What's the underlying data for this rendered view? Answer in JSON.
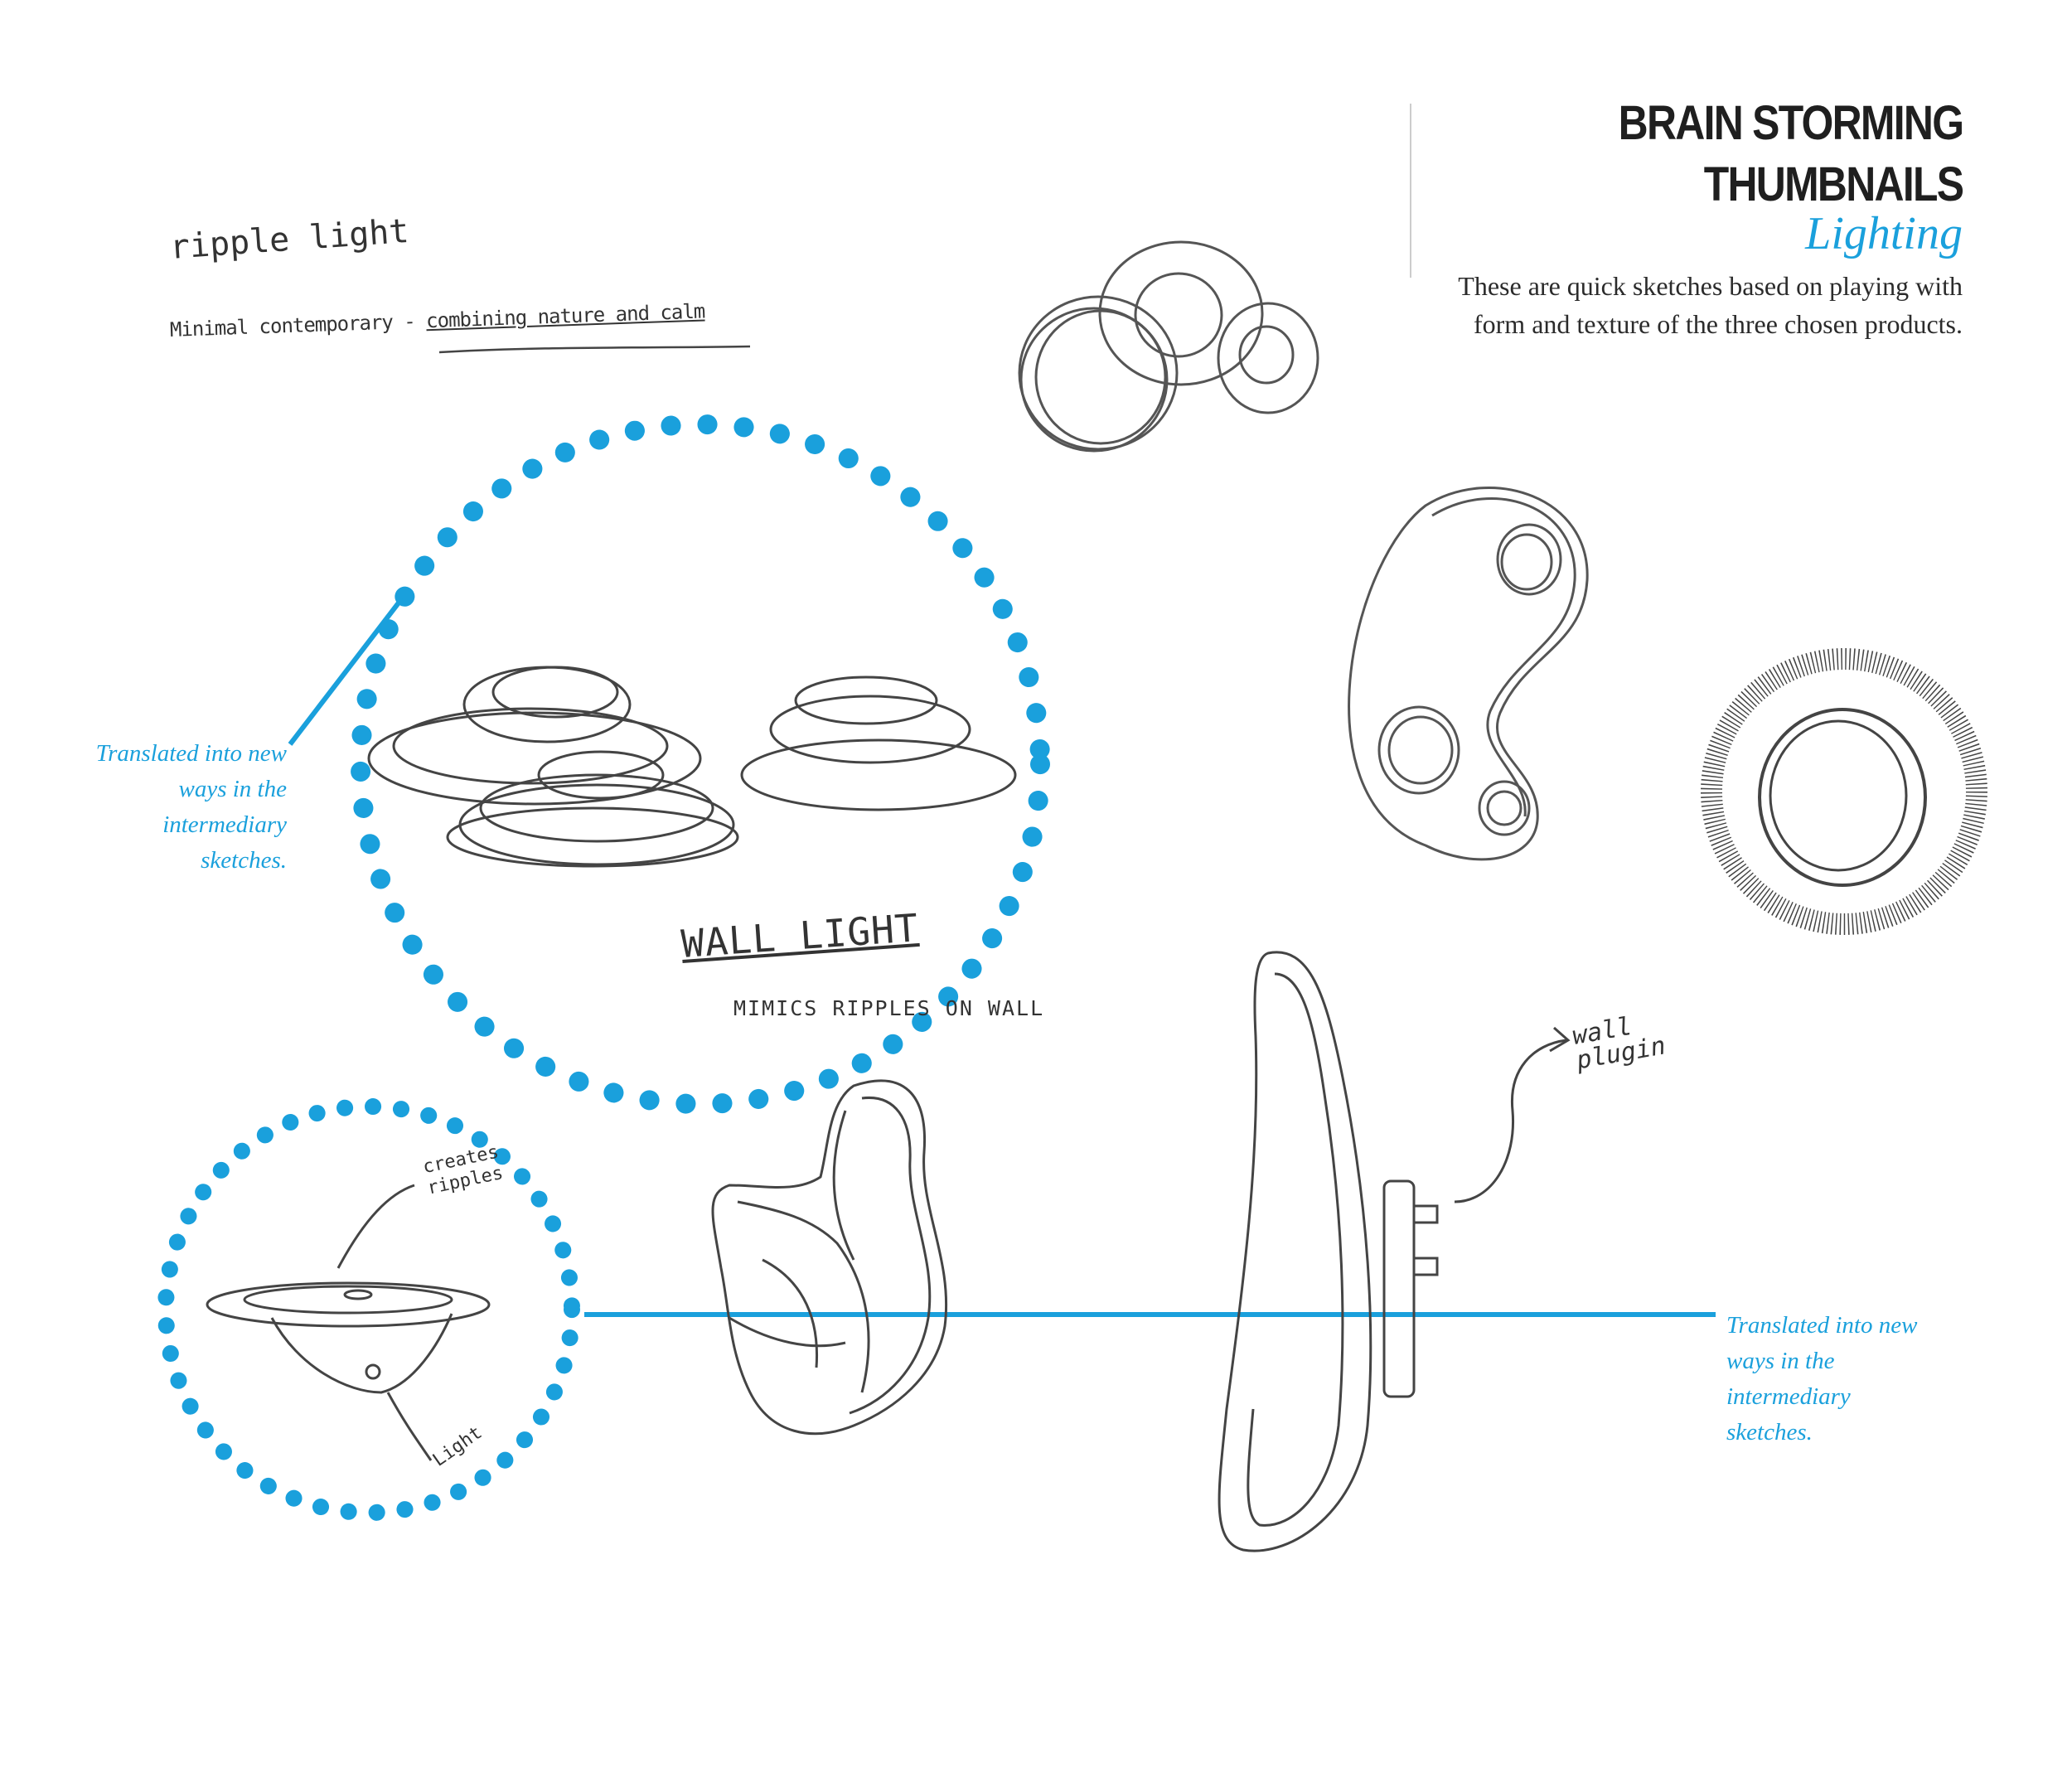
{
  "header": {
    "title_line1": "BRAIN STORMING",
    "title_line2": "THUMBNAILS",
    "subtitle": "Lighting",
    "description": "These are quick sketches based on playing with form and texture of the three chosen products."
  },
  "notes": {
    "left": "Translated into new ways in the intermediary sketches.",
    "right": "Translated into new ways in the intermediary sketches."
  },
  "handwriting": {
    "ripple": "ripple light",
    "minimal_prefix": "Minimal contemporary - ",
    "minimal_underlined": "combining nature and calm",
    "wall_light": "WALL LIGHT",
    "mimics": "MIMICS RIPPLES ON WALL",
    "plugin": "wall plugin",
    "creates": "creates ripples",
    "light": "Light"
  },
  "colors": {
    "accent": "#1aa0dc",
    "sketch": "#444444",
    "title": "#1f1f1f"
  }
}
